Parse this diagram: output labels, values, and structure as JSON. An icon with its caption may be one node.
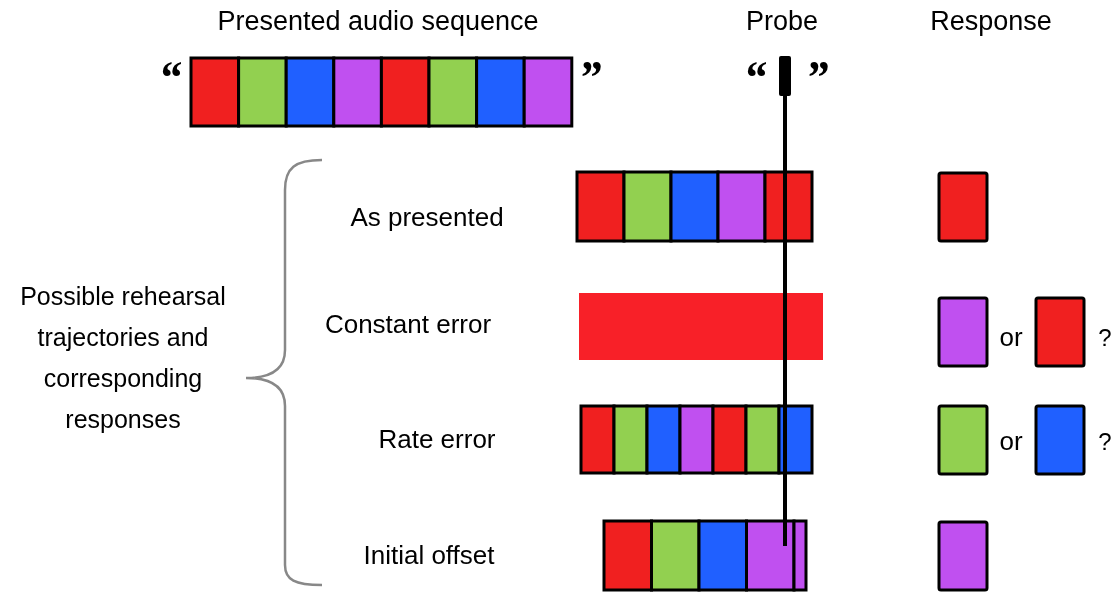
{
  "diagram": {
    "labels": [
      "Presented audio sequence",
      "Probe",
      "Response",
      "“",
      "”",
      "“",
      "”",
      "Possible rehearsal trajectories and corresponding responses",
      "As presented",
      "Constant error",
      "or",
      "?",
      "Rate error",
      "or",
      "?",
      "Initial offset"
    ]
  }
}
